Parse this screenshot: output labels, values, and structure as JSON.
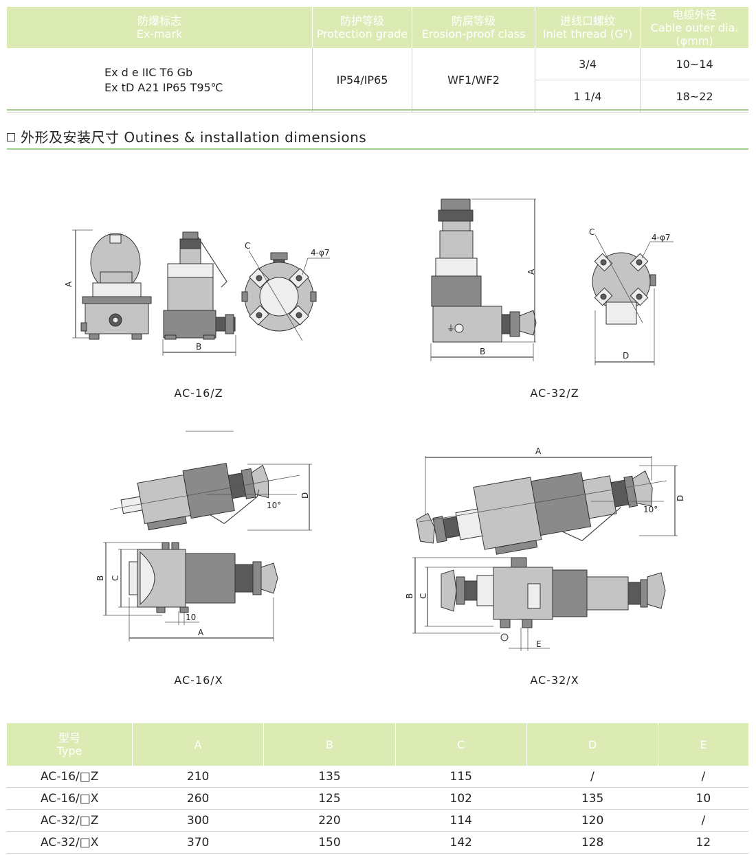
{
  "spec_table": {
    "headers": [
      {
        "cn": "防爆标志",
        "en": "Ex-mark"
      },
      {
        "cn": "防护等级",
        "en": "Protection grade"
      },
      {
        "cn": "防腐等级",
        "en": "Erosion-proof class"
      },
      {
        "cn": "进线口螺纹",
        "en": "Inlet thread (G\")"
      },
      {
        "cn": "电缆外径",
        "en": "Cable outer dia.(φmm)"
      }
    ],
    "ex_mark_line1": "Ex d e IIC T6 Gb",
    "ex_mark_line2": "Ex tD A21 IP65 T95℃",
    "protection": "IP54/IP65",
    "erosion": "WF1/WF2",
    "threads": [
      "3/4",
      "1 1/4"
    ],
    "cable_dia": [
      "10~14",
      "18~22"
    ]
  },
  "section": {
    "title": "外形及安装尺寸 Outines & installation dimensions"
  },
  "diagrams": {
    "labels": {
      "a": "A",
      "b": "B",
      "c": "C",
      "d": "D",
      "e": "E",
      "holes": "4-φ7",
      "angle": "10°",
      "ten": "10"
    },
    "captions": [
      "AC-16/Z",
      "AC-32/Z",
      "AC-16/X",
      "AC-32/X"
    ]
  },
  "dim_table": {
    "headers": [
      {
        "cn": "型号",
        "en": "Type"
      },
      {
        "en": "A"
      },
      {
        "en": "B"
      },
      {
        "en": "C"
      },
      {
        "en": "D"
      },
      {
        "en": "E"
      }
    ],
    "rows": [
      [
        "AC-16/□Z",
        "210",
        "135",
        "115",
        "/",
        "/"
      ],
      [
        "AC-16/□X",
        "260",
        "125",
        "102",
        "135",
        "10"
      ],
      [
        "AC-32/□Z",
        "300",
        "220",
        "114",
        "120",
        "/"
      ],
      [
        "AC-32/□X",
        "370",
        "150",
        "142",
        "128",
        "12"
      ]
    ]
  },
  "colors": {
    "header_bg": "#dcebb4",
    "accent_line": "#9fcf8f",
    "header_text": "#ffffff"
  }
}
